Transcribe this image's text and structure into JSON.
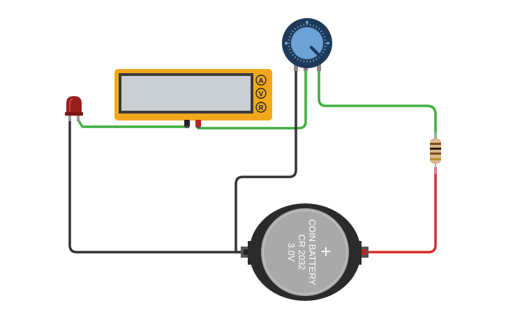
{
  "multimeter": {
    "mode_labels": [
      "A",
      "V",
      "R"
    ],
    "display_value": ""
  },
  "battery": {
    "line1": "COIN BATTERY",
    "line2": "CR 2032",
    "line3": "3.0V",
    "polarity": "+"
  },
  "colors": {
    "wire_green": "#3fae3f",
    "wire_black": "#333333",
    "wire_red": "#d42a2a",
    "multimeter_body": "#f2a81d",
    "multimeter_screen": "#c9cfd2",
    "pot_knob": "#6ba3d6",
    "pot_body": "#1d3a5a",
    "led": "#9a1d1d",
    "battery_case": "#2b2b2b",
    "battery_cell": "#a9a9a9"
  }
}
